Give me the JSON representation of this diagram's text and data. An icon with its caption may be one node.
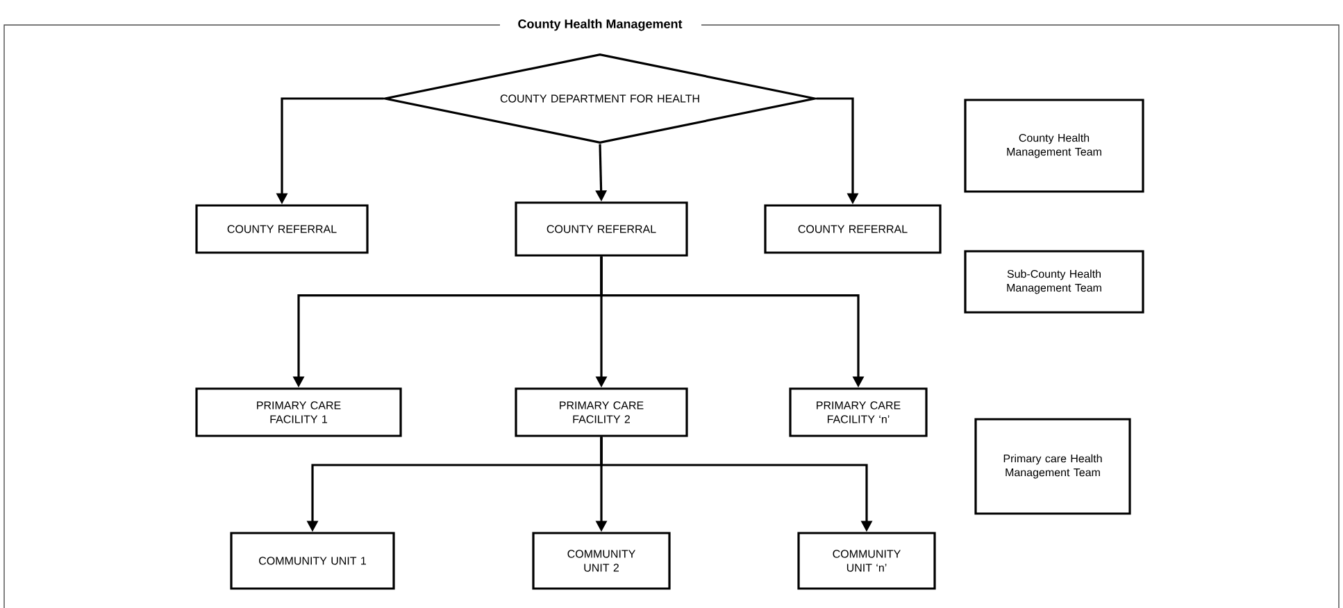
{
  "diagram": {
    "title": "County Health Management",
    "nodes": [
      {
        "text": [
          "COUNTY DEPARTMENT FOR HEALTH"
        ]
      },
      {
        "text": [
          "County Health Management Team"
        ]
      },
      {
        "text": [
          "COUNTY REFERRAL"
        ]
      },
      {
        "text": [
          "COUNTY REFERRAL"
        ]
      },
      {
        "text": [
          "COUNTY REFERRAL"
        ]
      },
      {
        "text": [
          "Sub-County Health Management Team"
        ]
      },
      {
        "text": [
          "PRIMARY CARE FACILITY 1"
        ]
      },
      {
        "text": [
          "PRIMARY CARE FACILITY 2"
        ]
      },
      {
        "text": [
          "PRIMARY CARE FACILITY ‘n’"
        ]
      },
      {
        "text": [
          "Primary care Health Management Team"
        ]
      },
      {
        "text": [
          "COMMUNITY UNIT 1"
        ]
      },
      {
        "text": [
          "COMMUNITY UNIT 2"
        ]
      },
      {
        "text": [
          "COMMUNITY UNIT ‘n’"
        ]
      }
    ],
    "edges": [
      {
        "from": 0,
        "to": 2,
        "arrow": "to"
      },
      {
        "from": 0,
        "to": 3,
        "arrow": "to"
      },
      {
        "from": 0,
        "to": 4,
        "arrow": "to"
      },
      {
        "from": 3,
        "to": 6,
        "arrow": "to"
      },
      {
        "from": 3,
        "to": 7,
        "arrow": "to"
      },
      {
        "from": 3,
        "to": 8,
        "arrow": "to"
      },
      {
        "from": 7,
        "to": 10,
        "arrow": "to"
      },
      {
        "from": 7,
        "to": 11,
        "arrow": "to"
      },
      {
        "from": 7,
        "to": 12,
        "arrow": "to"
      }
    ]
  }
}
